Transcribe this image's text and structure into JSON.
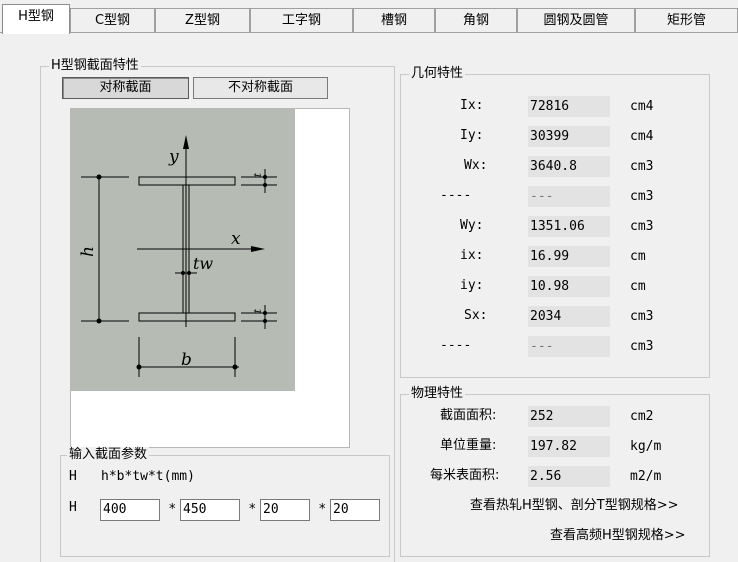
{
  "tabs": [
    "H型钢",
    "C型钢",
    "Z型钢",
    "工字钢",
    "槽钢",
    "角钢",
    "圆钢及圆管",
    "矩形管"
  ],
  "section_group": {
    "title": "H型钢截面特性",
    "buttons": [
      "对称截面",
      "不对称截面"
    ]
  },
  "diagram": {
    "y_label": "y",
    "x_label": "x",
    "h_label": "h",
    "tw_label": "tw",
    "b_label": "b",
    "t_label": "t"
  },
  "input_group": {
    "title": "输入截面参数",
    "prefix": "H",
    "formula": "h*b*tw*t(mm)",
    "row_prefix": "H",
    "values": [
      "400",
      "450",
      "20",
      "20"
    ],
    "separator": "*"
  },
  "geometry_group": {
    "title": "几何特性",
    "rows": [
      {
        "label": "Ix:",
        "value": "72816",
        "unit": "cm4"
      },
      {
        "label": "Iy:",
        "value": "30399",
        "unit": "cm4"
      },
      {
        "label": "Wx:",
        "value": "3640.8",
        "unit": "cm3"
      },
      {
        "label": "----",
        "value": "---",
        "unit": "cm3"
      },
      {
        "label": "Wy:",
        "value": "1351.06",
        "unit": "cm3"
      },
      {
        "label": "ix:",
        "value": "16.99",
        "unit": "cm"
      },
      {
        "label": "iy:",
        "value": "10.98",
        "unit": "cm"
      },
      {
        "label": "Sx:",
        "value": "2034",
        "unit": "cm3"
      },
      {
        "label": "----",
        "value": "---",
        "unit": "cm3"
      }
    ]
  },
  "physical_group": {
    "title": "物理特性",
    "rows": [
      {
        "label": "截面面积:",
        "value": "252",
        "unit": "cm2"
      },
      {
        "label": "单位重量:",
        "value": "197.82",
        "unit": "kg/m"
      },
      {
        "label": "每米表面积:",
        "value": "2.56",
        "unit": "m2/m"
      }
    ],
    "links": [
      "查看热轧H型钢、剖分T型钢规格>>",
      "查看高频H型钢规格>>"
    ]
  }
}
